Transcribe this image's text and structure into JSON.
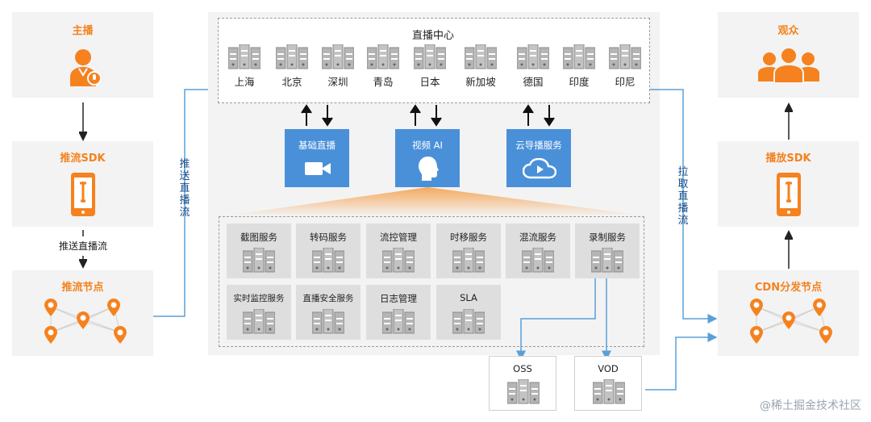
{
  "left": {
    "anchor_title": "主播",
    "push_sdk_title": "推流SDK",
    "push_stream_label": "推送直播流",
    "push_node_title": "推流节点",
    "connector_label": "推送直播流"
  },
  "center": {
    "live_center_title": "直播中心",
    "cities": [
      "上海",
      "北京",
      "深圳",
      "青岛",
      "日本",
      "新加坡",
      "德国",
      "印度",
      "印尼"
    ],
    "basic_live": "基础直播",
    "video_ai": "视频 AI",
    "cloud_director": "云导播服务",
    "services_row1": [
      "截图服务",
      "转码服务",
      "流控管理",
      "时移服务",
      "混流服务",
      "录制服务"
    ],
    "services_row2": [
      "实时监控服务",
      "直播安全服务",
      "日志管理",
      "SLA"
    ],
    "oss": "OSS",
    "vod": "VOD"
  },
  "right": {
    "audience_title": "观众",
    "player_sdk_title": "播放SDK",
    "cdn_title": "CDN分发节点",
    "connector_label": "拉取直播流"
  },
  "watermark": "@稀土掘金技术社区",
  "colors": {
    "orange": "#f5821f",
    "blue_box": "#4a90d9",
    "connector_blue": "#5aa0d8",
    "panel_gray": "#f3f3f3",
    "service_gray": "#dedede"
  }
}
